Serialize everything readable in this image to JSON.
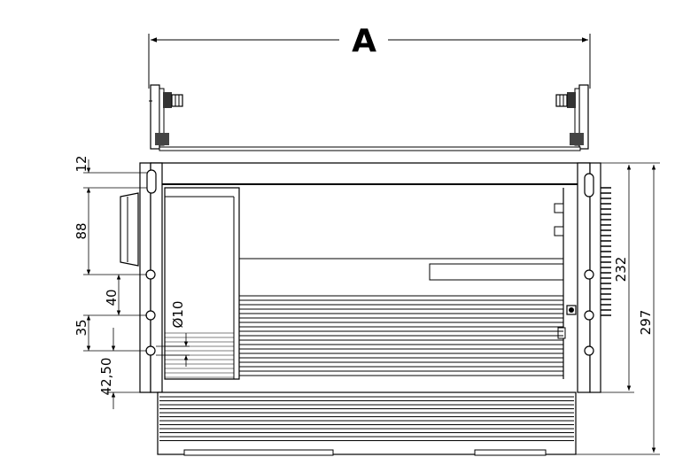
{
  "diagram": {
    "labels": {
      "width_label": "A",
      "dim_12": "12",
      "dim_88": "88",
      "dim_40": "40",
      "dim_35": "35",
      "dim_42_50": "42,50",
      "hole_diameter": "Ø10",
      "dim_232": "232",
      "dim_297": "297"
    }
  }
}
